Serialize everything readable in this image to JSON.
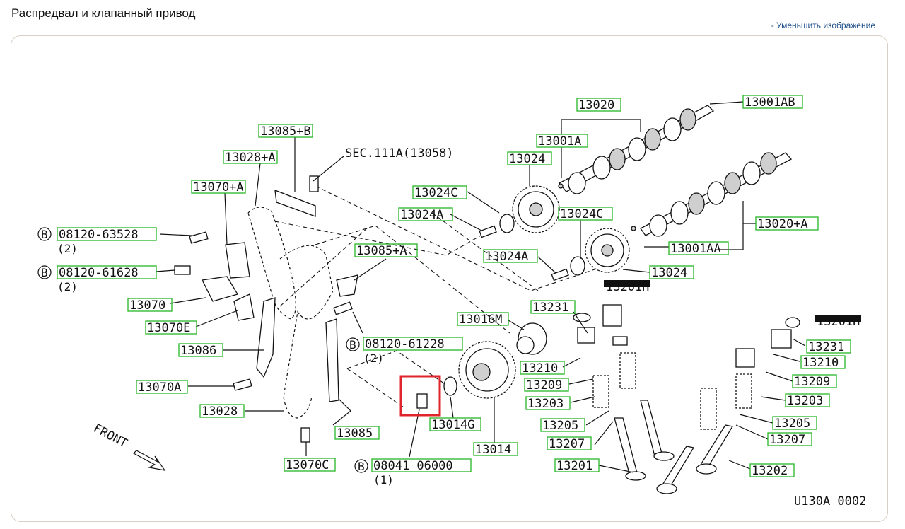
{
  "page": {
    "title": "Распредвал и клапанный привод",
    "shrink_link": "- Уменьшить изображение"
  },
  "diagram": {
    "code": "U130A 0002",
    "front_label": "FRONT",
    "sec_ref": "SEC.111A(13058)",
    "highlight_color": "#26b526",
    "selected_box_color": "#e0262a",
    "parts": {
      "p13020": "13020",
      "p13001AB": "13001AB",
      "p13001A": "13001A",
      "p13024_top": "13024",
      "p13020A": "13020+A",
      "p13024C_l": "13024C",
      "p13024A_l": "13024A",
      "p13024C_r": "13024C",
      "p13001AA": "13001AA",
      "p13024A_r": "13024A",
      "p13024_r": "13024",
      "p13085B": "13085+B",
      "p13028A": "13028+A",
      "p13070A_top": "13070+A",
      "p08120_63528": "08120-63528",
      "p08120_61628": "08120-61628",
      "p13070": "13070",
      "p13070E": "13070E",
      "p13086": "13086",
      "p13070A": "13070A",
      "p13028": "13028",
      "p13070C": "13070C",
      "p13085A": "13085+A",
      "p08120_61228": "08120-61228",
      "p13085": "13085",
      "p13016M": "13016M",
      "p13014G": "13014G",
      "p13014": "13014",
      "p08041_06000": "08041 06000",
      "p13231_l": "13231",
      "p13201H_l": "13201H",
      "p13210_l": "13210",
      "p13209_l": "13209",
      "p13203_l": "13203",
      "p13205_l": "13205",
      "p13207_l": "13207",
      "p13201": "13201",
      "p13201H_r": "13201H",
      "p13231_r": "13231",
      "p13210_r": "13210",
      "p13209_r": "13209",
      "p13203_r": "13203",
      "p13205_r": "13205",
      "p13207_r": "13207",
      "p13202": "13202"
    },
    "qty": {
      "q63528": "(2)",
      "q61628": "(2)",
      "q61228": "(2)",
      "q06000": "(1)"
    },
    "bolt_marker": "B"
  }
}
